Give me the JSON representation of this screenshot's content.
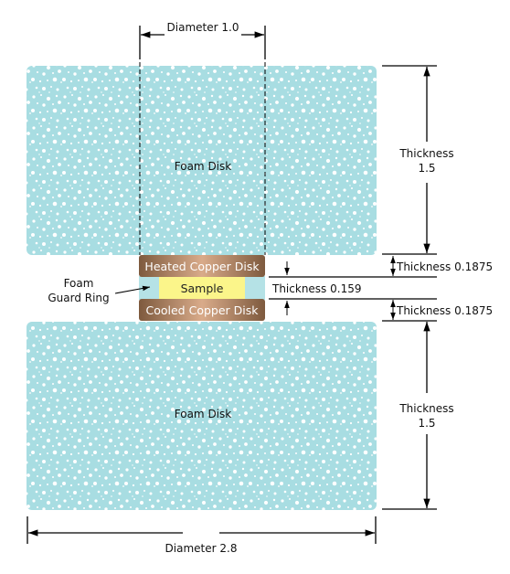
{
  "labels": {
    "diameter_top": "Diameter 1.0",
    "diameter_bottom": "Diameter 2.8",
    "foam_disk_top": "Foam Disk",
    "foam_disk_bottom": "Foam Disk",
    "heated_disk": "Heated Copper Disk",
    "sample": "Sample",
    "cooled_disk": "Cooled Copper Disk",
    "guard_ring_line1": "Foam",
    "guard_ring_line2": "Guard Ring",
    "thickness_top_line1": "Thickness",
    "thickness_top_line2": "1.5",
    "thickness_heated": "Thickness 0.1875",
    "thickness_sample": "Thickness 0.159",
    "thickness_cooled": "Thickness 0.1875",
    "thickness_bottom_line1": "Thickness",
    "thickness_bottom_line2": "1.5"
  },
  "colors": {
    "foam": "#a8dde2",
    "foam_bubble": "#ffffff",
    "copper_dark": "#7e5a3e",
    "copper_light": "#d9ab8a",
    "sample": "#fbf58a",
    "guard_ring": "#b5e2e6"
  }
}
